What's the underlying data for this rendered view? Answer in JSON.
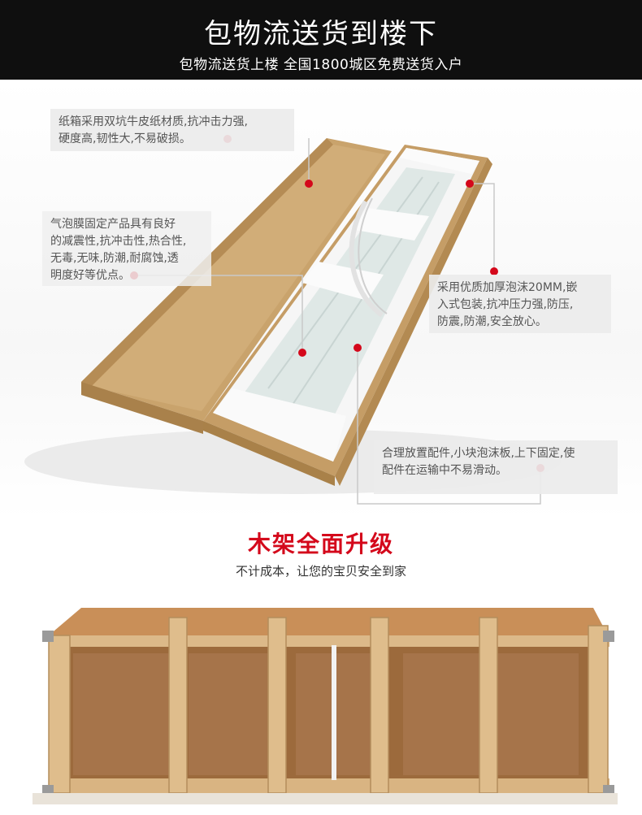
{
  "header": {
    "title": "包物流送货到楼下",
    "subtitle": "包物流送货上楼   全国1800城区免费送货入户"
  },
  "callouts": {
    "carton": [
      "纸箱采用双坑牛皮纸材质,抗冲击力强,",
      "硬度高,韧性大,不易破损。"
    ],
    "bubble": [
      "气泡膜固定产品具有良好",
      "的减震性,抗冲击性,热合性,",
      "无毒,无味,防潮,耐腐蚀,透",
      "明度好等优点。"
    ],
    "foam": [
      "采用优质加厚泡沫20MM,嵌",
      "入式包装,抗冲压力强,防压,",
      "防震,防潮,安全放心。"
    ],
    "parts": [
      "合理放置配件,小块泡沫板,上下固定,使",
      "配件在运输中不易滑动。"
    ]
  },
  "wood_section": {
    "title": "木架全面升级",
    "subtitle": "不计成本，让您的宝贝安全到家"
  },
  "colors": {
    "banner": "#0f0f0f",
    "accent_red": "#d4081b",
    "cardboard": "#c8a06a",
    "wood": "#d8b583"
  }
}
